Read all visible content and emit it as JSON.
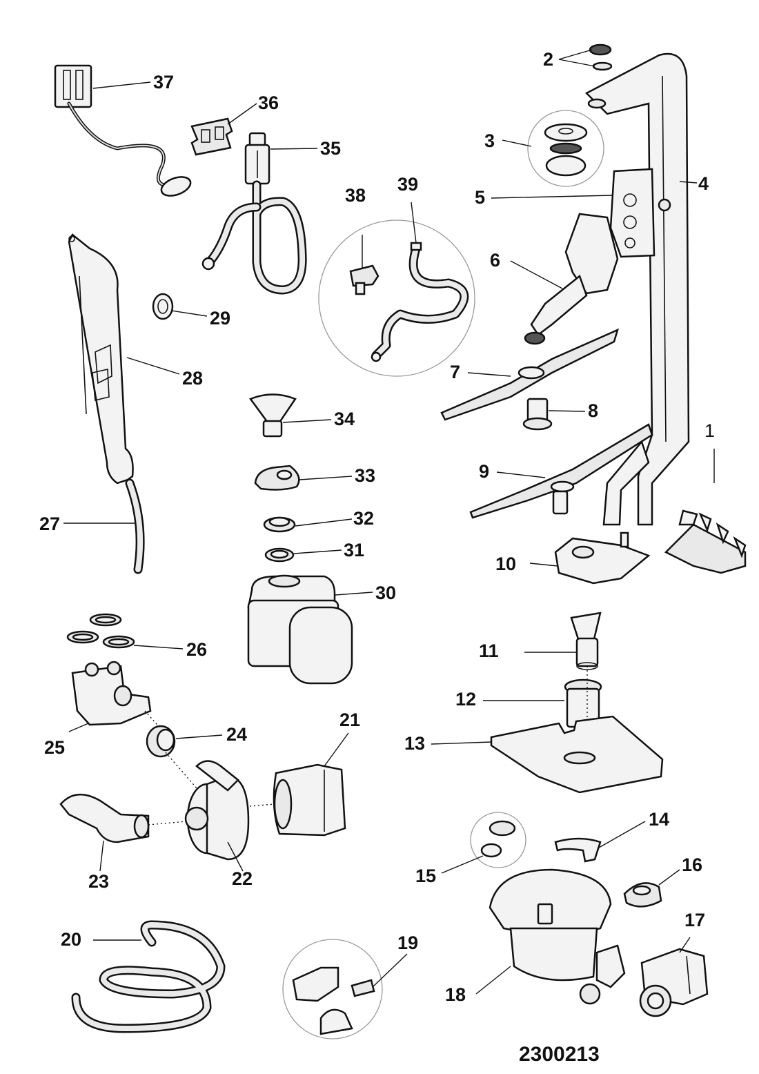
{
  "diagram": {
    "drawing_number": "2300213",
    "part_labels": {
      "p1": "1",
      "p2": "2",
      "p3": "3",
      "p4": "4",
      "p5": "5",
      "p6": "6",
      "p7": "7",
      "p8": "8",
      "p9": "9",
      "p10": "10",
      "p11": "11",
      "p12": "12",
      "p13": "13",
      "p14": "14",
      "p15": "15",
      "p16": "16",
      "p17": "17",
      "p18": "18",
      "p19": "19",
      "p20": "20",
      "p21": "21",
      "p22": "22",
      "p23": "23",
      "p24": "24",
      "p25": "25",
      "p26": "26",
      "p27": "27",
      "p28": "28",
      "p29": "29",
      "p30": "30",
      "p31": "31",
      "p32": "32",
      "p33": "33",
      "p34": "34",
      "p35": "35",
      "p36": "36",
      "p37": "37",
      "p38": "38",
      "p39": "39"
    }
  }
}
